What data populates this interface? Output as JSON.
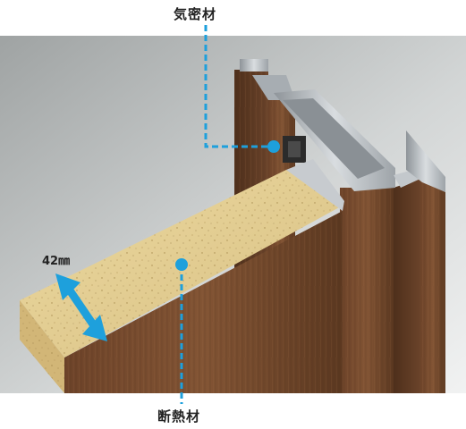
{
  "labels": {
    "airtight": "気密材",
    "insulation": "断熱材",
    "thickness": "42㎜"
  },
  "colors": {
    "accent": "#1ea0dc",
    "wood_dark": "#5e3a22",
    "wood_mid": "#7a4d2e",
    "foam": "#e4cf93",
    "aluminum": "#b9bec2",
    "background": "#d4d7d7"
  },
  "icons": [
    "double-arrow-icon"
  ]
}
